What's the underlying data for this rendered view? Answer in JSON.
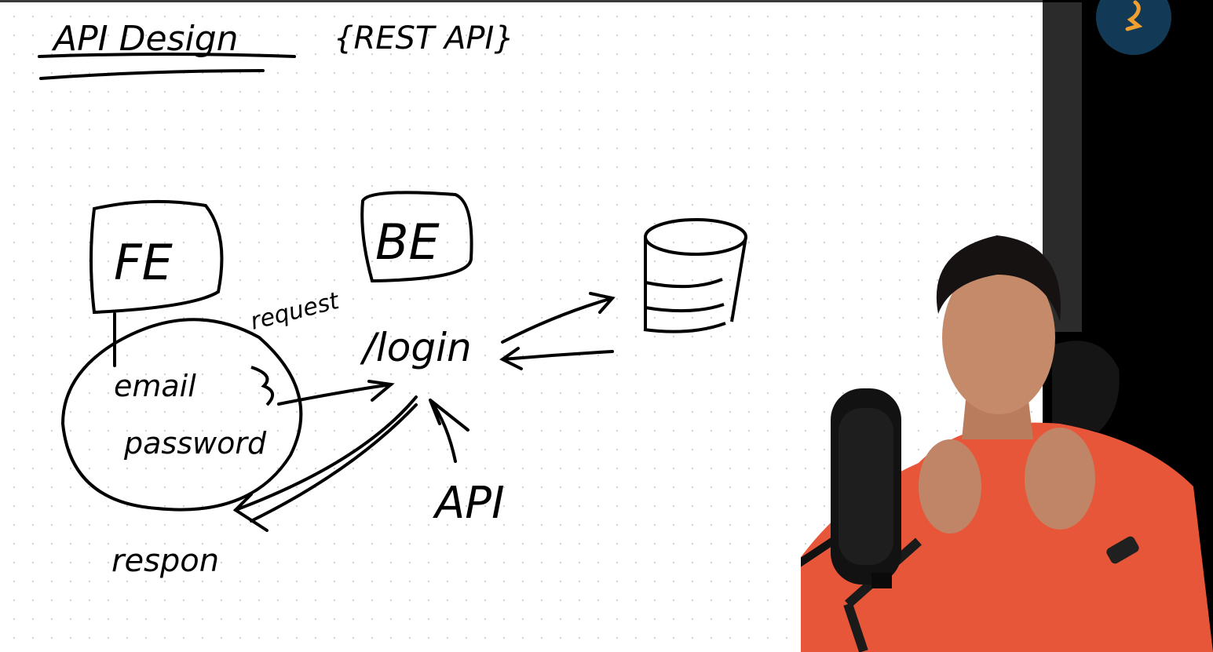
{
  "title": "API Design",
  "subtitle": "{REST API}",
  "nodes": {
    "frontend": "FE",
    "backend": "BE",
    "endpoint": "/login",
    "api": "API"
  },
  "labels": {
    "request": "request",
    "response": "respon",
    "email": "email",
    "password": "password"
  },
  "colors": {
    "ink": "#000000",
    "board": "#ffffff",
    "shirt": "#e8563a",
    "badge": "#123a57",
    "badge_mark": "#f0a030"
  },
  "icons": {
    "logo": "brand-logo-icon",
    "database": "database-icon",
    "microphone": "microphone-icon"
  }
}
